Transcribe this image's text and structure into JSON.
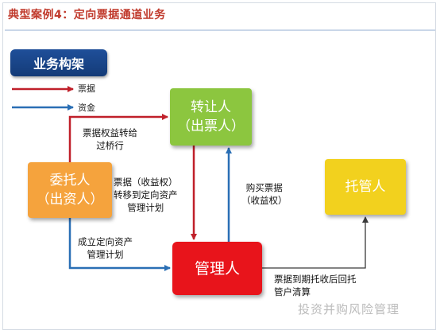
{
  "header": {
    "title": "典型案例4：定向票据通道业务"
  },
  "tag": {
    "label": "业务构架"
  },
  "legend": {
    "items": [
      {
        "label": "票据",
        "color": "#c0202a"
      },
      {
        "label": "资金",
        "color": "#2a6fb5"
      }
    ]
  },
  "nodes": {
    "transferor": {
      "line1": "转让人",
      "line2": "（出票人）"
    },
    "trustor": {
      "line1": "委托人",
      "line2": "（出资人）"
    },
    "manager": {
      "line1": "管理人"
    },
    "custodian": {
      "line1": "托管人"
    }
  },
  "flows": {
    "bill_transfer": {
      "line1": "票据权益转给",
      "line2": "过桥行"
    },
    "bill_to_plan": {
      "line1": "票据（收益权）",
      "line2": "转移到定向资产",
      "line3": "管理计划"
    },
    "buy_bill": {
      "line1": "购买票据",
      "line2": "（收益权）"
    },
    "set_up_plan": {
      "line1": "成立定向资产",
      "line2": "管理计划"
    },
    "maturity": {
      "line1": "票据到期托收后回托",
      "line2": "管户清算"
    }
  },
  "watermark": {
    "text": "投资并购风险管理"
  },
  "colors": {
    "bill": "#c0202a",
    "fund": "#2a6fb5",
    "transferor": "#8cc63f",
    "trustor": "#f5a33d",
    "manager": "#e8141b",
    "custodian": "#f2d11e"
  }
}
